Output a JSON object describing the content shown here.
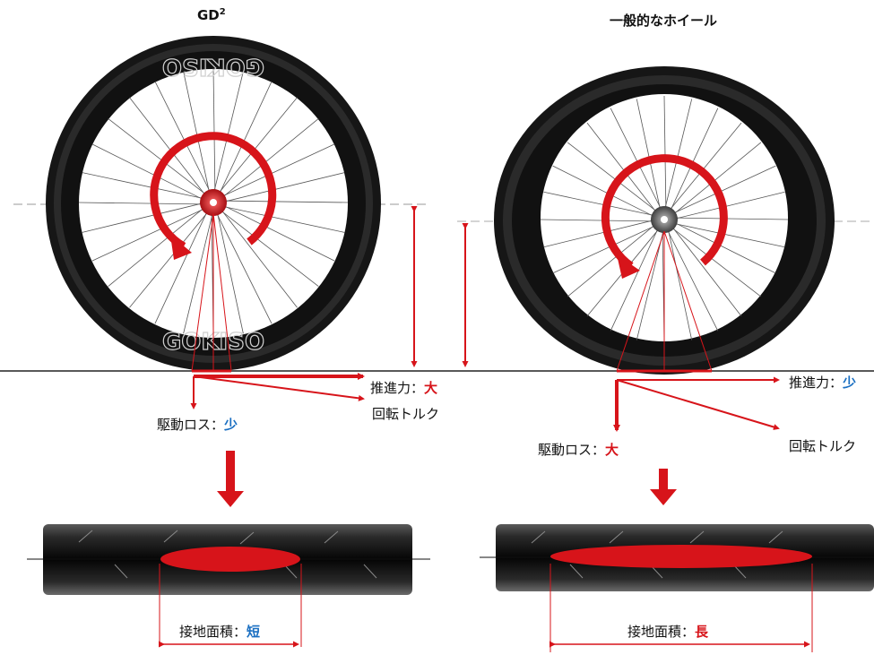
{
  "left": {
    "title": "GD",
    "title_sup": "2",
    "rim_brand": "GOKISO",
    "propulsion_label": "推進力：",
    "propulsion_value": "大",
    "torque_label": "回転トルク",
    "loss_label": "駆動ロス：",
    "loss_value": "少",
    "contact_label": "接地面積：",
    "contact_value": "短"
  },
  "right": {
    "title": "一般的なホイール",
    "propulsion_label": "推進力：",
    "propulsion_value": "少",
    "torque_label": "回転トルク",
    "loss_label": "駆動ロス：",
    "loss_value": "大",
    "contact_label": "接地面積：",
    "contact_value": "長"
  },
  "colors": {
    "red": "#d7141a",
    "blue": "#1a6fc2",
    "tire": "#111111",
    "guide": "#999999"
  }
}
